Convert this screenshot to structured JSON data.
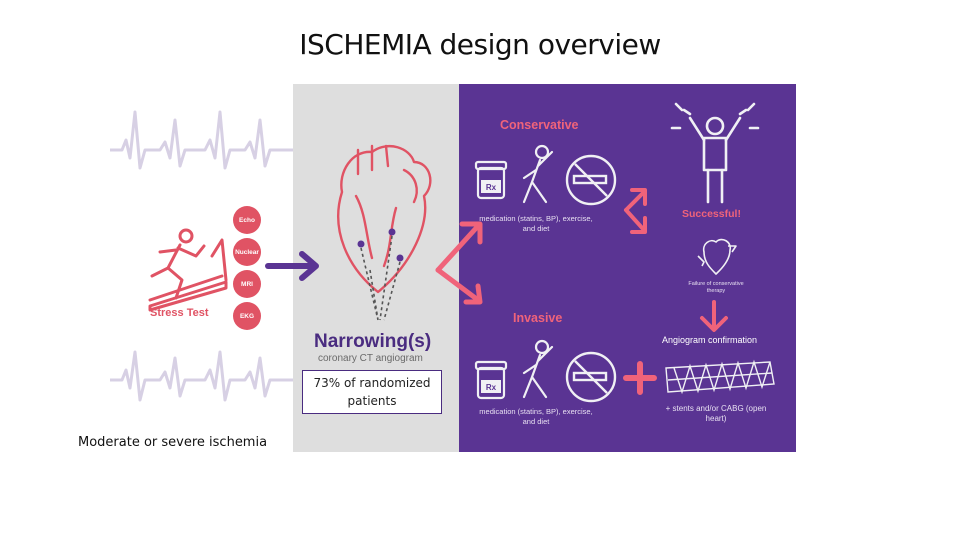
{
  "title": "ISCHEMIA design overview",
  "stress_test": {
    "label": "Stress Test",
    "tests": [
      "Echo",
      "Nuclear",
      "MRI",
      "EKG"
    ]
  },
  "imaging": {
    "title": "Narrowing(s)",
    "subtitle": "coronary CT angiogram"
  },
  "conservative": {
    "title": "Conservative",
    "treatment": "medication (statins, BP), exercise, and diet",
    "outcome": "Successful!",
    "failure": "Failure of conservative therapy",
    "confirmation": "Angiogram confirmation"
  },
  "invasive": {
    "title": "Invasive",
    "treatment": "medication (statins, BP), exercise, and diet",
    "addition": "+ stents and/or CABG (open heart)"
  },
  "icons": {
    "rx": "Rx"
  },
  "callout": "73% of randomized patients",
  "footnote": "Moderate or severe ischemia",
  "colors": {
    "purple": "#5a3493",
    "coral": "#e05364",
    "grey_panel": "#dedede",
    "ecg_line": "#d7d0e4"
  }
}
